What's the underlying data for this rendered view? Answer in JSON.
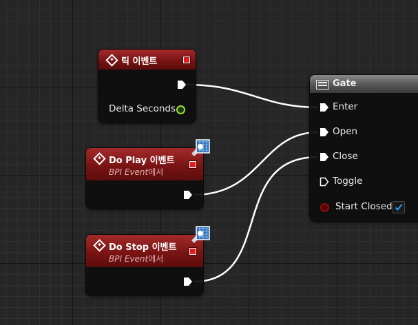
{
  "tick_node": {
    "title": "틱 이벤트",
    "pins": {
      "delta_seconds": "Delta Seconds"
    }
  },
  "play_node": {
    "title": "Do Play 이벤트",
    "subtitle_italic": "BPI Event",
    "subtitle_suffix": "에서"
  },
  "stop_node": {
    "title": "Do Stop 이벤트",
    "subtitle_italic": "BPI Event",
    "subtitle_suffix": "에서"
  },
  "gate_node": {
    "title": "Gate",
    "pins": {
      "enter": "Enter",
      "open": "Open",
      "close": "Close",
      "toggle": "Toggle",
      "start_closed": "Start Closed"
    },
    "start_closed_value": true
  },
  "colors": {
    "event_header": "#7a1414",
    "gate_header": "#5a5a5a",
    "float_pin": "#9bdf3f",
    "bool_pin": "#8f1010",
    "delegate_pin": "#e21d1d",
    "wire": "#ffffff",
    "checkbox_check": "#2a9df4"
  },
  "icons": {
    "event": "diamond-event-icon",
    "interface": "blueprint-interface-icon",
    "gate": "gate-icon",
    "exec": "exec-arrow-icon"
  }
}
